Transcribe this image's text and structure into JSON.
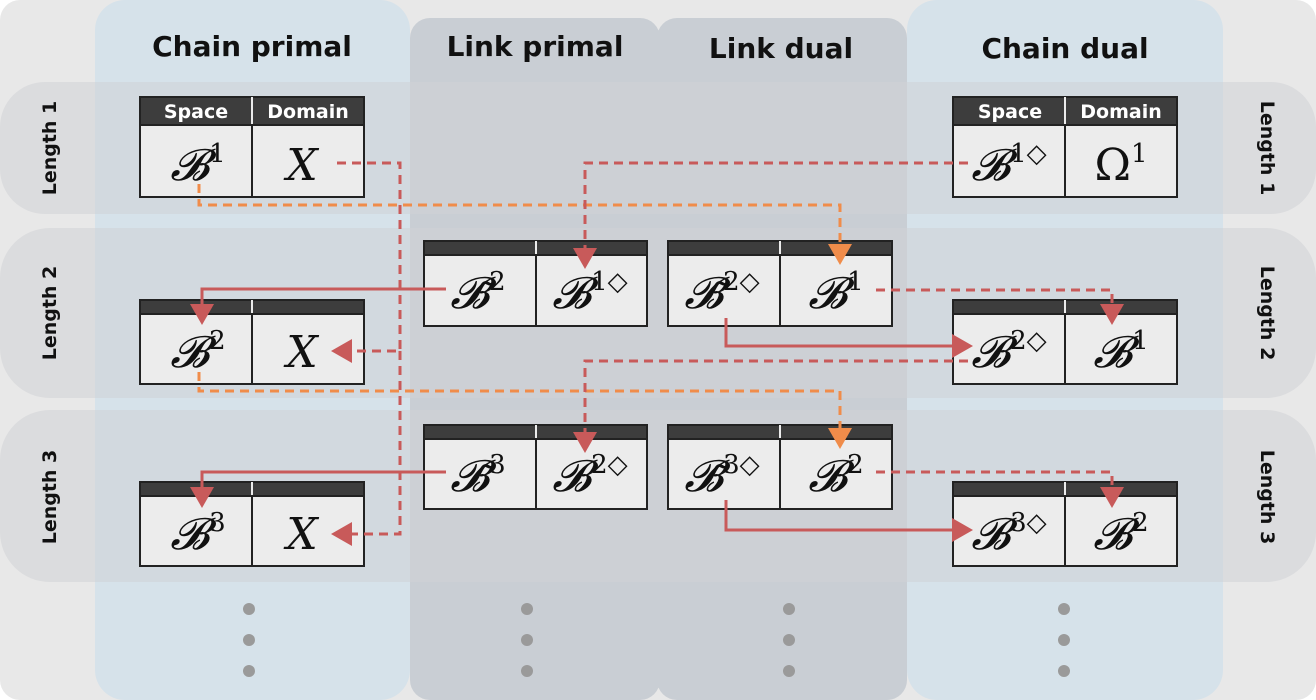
{
  "columns": {
    "chain_primal": "Chain primal",
    "link_primal": "Link primal",
    "link_dual": "Link dual",
    "chain_dual": "Chain dual"
  },
  "rows": {
    "length_1": "Length 1",
    "length_2": "Length 2",
    "length_3": "Length 3"
  },
  "table_header": {
    "space": "Space",
    "domain": "Domain"
  },
  "cells": {
    "cp1_space": {
      "base": "𝓑",
      "sup": "1"
    },
    "cp1_domain": {
      "base": "X",
      "sup": ""
    },
    "cp2_space": {
      "base": "𝓑",
      "sup": "2"
    },
    "cp2_domain": {
      "base": "X",
      "sup": ""
    },
    "cp3_space": {
      "base": "𝓑",
      "sup": "3"
    },
    "cp3_domain": {
      "base": "X",
      "sup": ""
    },
    "lp2_space": {
      "base": "𝓑̃",
      "sup": "2"
    },
    "lp2_domain": {
      "base": "𝓑",
      "sup": "1◇"
    },
    "lp3_space": {
      "base": "𝓑̃",
      "sup": "3"
    },
    "lp3_domain": {
      "base": "𝓑",
      "sup": "2◇"
    },
    "ld2_space": {
      "base": "𝓑̃",
      "sup": "2◇"
    },
    "ld2_domain": {
      "base": "𝓑",
      "sup": "1"
    },
    "ld3_space": {
      "base": "𝓑̃",
      "sup": "3◇"
    },
    "ld3_domain": {
      "base": "𝓑",
      "sup": "2"
    },
    "cd1_space": {
      "base": "𝓑",
      "sup": "1◇"
    },
    "cd1_domain": {
      "base": "Ω",
      "sup": "1"
    },
    "cd2_space": {
      "base": "𝓑",
      "sup": "2◇"
    },
    "cd2_domain": {
      "base": "𝓑",
      "sup": "1"
    },
    "cd3_space": {
      "base": "𝓑",
      "sup": "3◇"
    },
    "cd3_domain": {
      "base": "𝓑",
      "sup": "2"
    }
  },
  "colors": {
    "red_arrow": "#c85a5a",
    "orange_arrow": "#f08c4a",
    "chain_column": "#d6e2ea",
    "link_column": "#c9ced4",
    "row_band": "#cfd2d6",
    "table_header": "#3d3d3d",
    "table_cell": "#ececec"
  }
}
